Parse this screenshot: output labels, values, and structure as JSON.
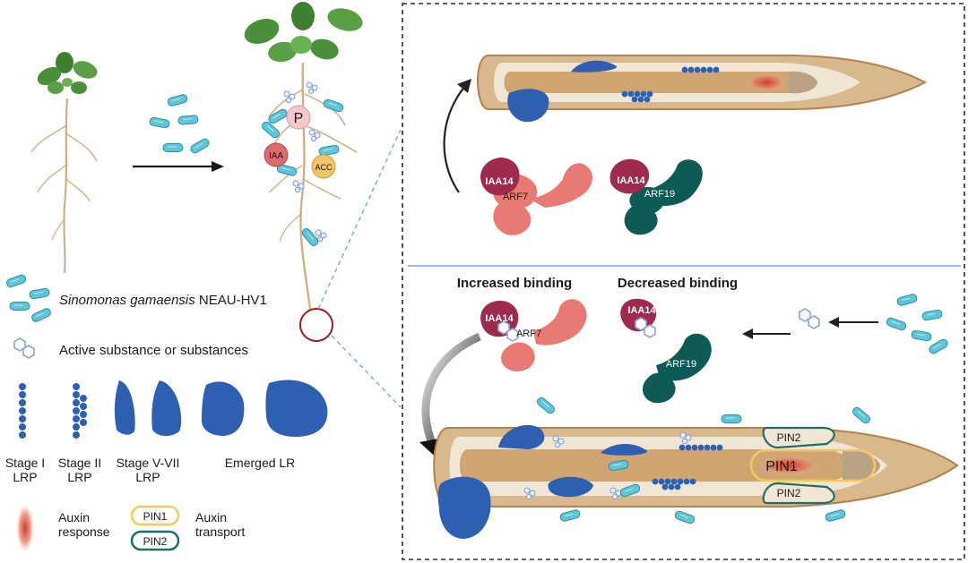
{
  "colors": {
    "root_fill": "#d6b48a",
    "root_stele": "#c89a66",
    "root_edge": "#c79a66",
    "stage_blue": "#2e5fb0",
    "bacterium": "#5fc6d8",
    "iaa14": "#9e2a4e",
    "arf7": "#e97a73",
    "arf19": "#0e5a55",
    "pin1": "#f3c95e",
    "pin2": "#1f6d64",
    "auxin": "#d13a2a",
    "leaf": "#4a8f3a"
  },
  "hormones": {
    "p": "P",
    "iaa": "IAA",
    "acc": "ACC"
  },
  "proteins": {
    "iaa14": "IAA14",
    "arf7": "ARF7",
    "arf19": "ARF19"
  },
  "binding": {
    "increased": "Increased binding",
    "decreased": "Decreased binding"
  },
  "root_labels": {
    "pin1": "PIN1",
    "pin2_top": "PIN2",
    "pin2_bottom": "PIN2"
  },
  "legend": {
    "bacterium_name": "Sinomonas gamaensis",
    "bacterium_strain": " NEAU-HV1",
    "active_substance": "Active substance or substances",
    "stage1": [
      "Stage I",
      "LRP"
    ],
    "stage2": [
      "Stage II",
      "LRP"
    ],
    "stage57": [
      "Stage V-VII",
      "LRP"
    ],
    "emerged": "Emerged LR",
    "auxin_response": [
      "Auxin",
      "response"
    ],
    "pin1": "PIN1",
    "pin2": "PIN2",
    "auxin_transport": [
      "Auxin",
      "transport"
    ]
  }
}
